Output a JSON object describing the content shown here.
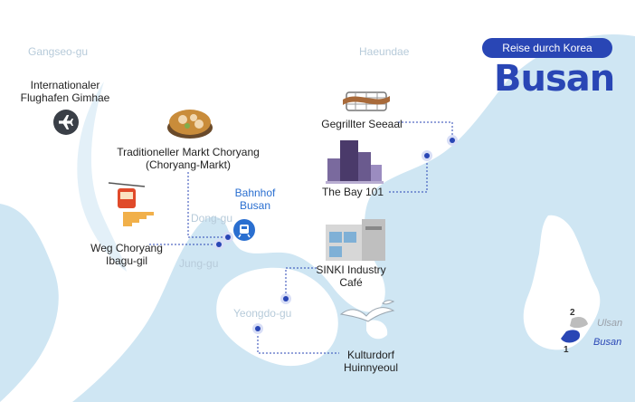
{
  "header": {
    "subtitle": "Reise durch Korea",
    "title": "Busan"
  },
  "districts": {
    "gangseo": "Gangseo-gu",
    "haeundae": "Haeundae",
    "dong": "Dong-gu",
    "jung": "Jung-gu",
    "yeongdo": "Yeongdo-gu"
  },
  "places": {
    "airport": [
      "Internationaler",
      "Flughafen Gimhae"
    ],
    "market": [
      "Traditioneller Markt Choryang",
      "(Choryang-Markt)"
    ],
    "ibagu": [
      "Weg Choryang",
      "Ibagu-gil"
    ],
    "eel": [
      "Gegrillter Seeaal"
    ],
    "bay": [
      "The Bay 101"
    ],
    "sinki": [
      "SINKI Industry",
      "Café"
    ],
    "huinnyeoul": [
      "Kulturdorf",
      "Huinnyeoul"
    ]
  },
  "station": [
    "Bahnhof",
    "Busan"
  ],
  "inset": {
    "ulsan": "Ulsan",
    "busan": "Busan",
    "ulsan_num": "2",
    "busan_num": "1"
  },
  "colors": {
    "sea": "#cfe6f3",
    "land": "#ffffff",
    "accent": "#2946b5",
    "district_text": "#b7cbda",
    "station": "#2a6fd0"
  },
  "icons": {
    "airport": "airplane-icon",
    "station": "train-icon",
    "market": "soup-bowl-icon",
    "eel": "grilled-eel-icon",
    "bay": "skyscraper-icon",
    "sinki": "factory-cafe-icon",
    "ibagu": "cable-car-stairs-icon",
    "huinnyeoul": "seagull-icon"
  }
}
